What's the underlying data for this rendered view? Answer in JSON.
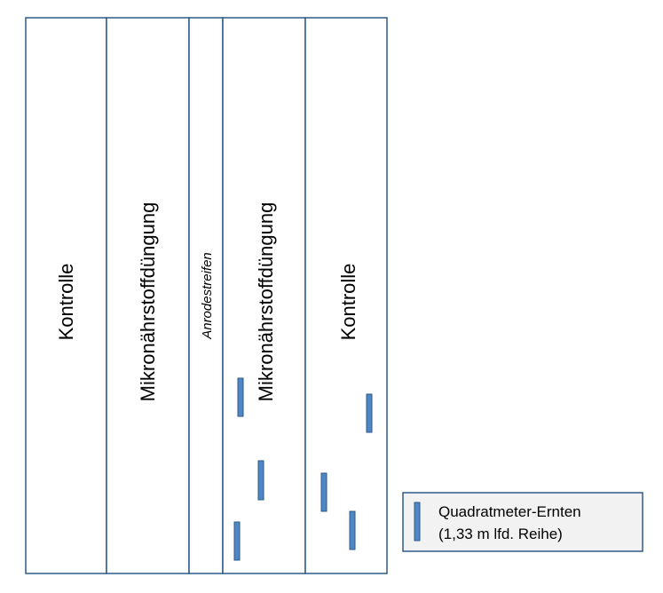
{
  "strips": [
    {
      "label": "Kontrolle"
    },
    {
      "label": "Mikronährstoffdüngung"
    },
    {
      "label": "Anrodestreifen"
    },
    {
      "label": "Mikronährstoffdüngung"
    },
    {
      "label": "Kontrolle"
    }
  ],
  "legend": {
    "line1": "Quadratmeter-Ernten",
    "line2": "(1,33 m lfd. Reihe)"
  },
  "colors": {
    "border": "#2e5a87",
    "plot_marker": "#4f86c6",
    "legend_bg": "#f2f2f2"
  }
}
